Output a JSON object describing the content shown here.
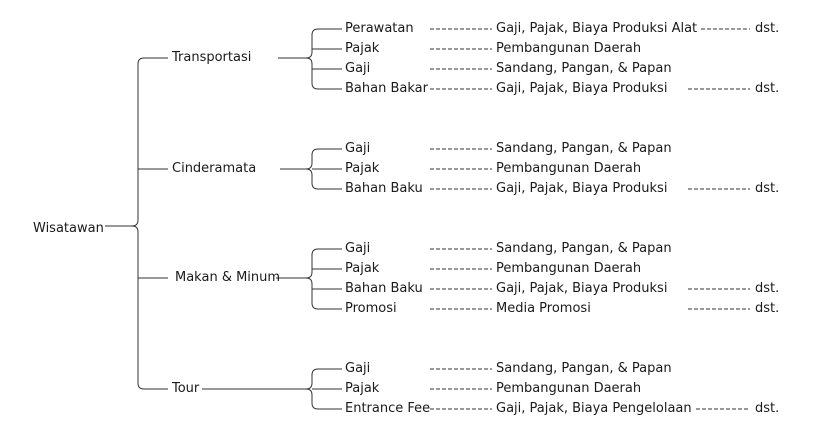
{
  "root": "Wisatawan",
  "continuation": "dst.",
  "categories": [
    {
      "label": "Transportasi",
      "items": [
        {
          "label": "Perawatan",
          "result": "Gaji, Pajak, Biaya Produksi Alat",
          "continued": true
        },
        {
          "label": "Pajak",
          "result": "Pembangunan Daerah",
          "continued": false
        },
        {
          "label": "Gaji",
          "result": "Sandang, Pangan, & Papan",
          "continued": false
        },
        {
          "label": "Bahan Bakar",
          "result": "Gaji, Pajak, Biaya Produksi",
          "continued": true
        }
      ]
    },
    {
      "label": "Cinderamata",
      "items": [
        {
          "label": "Gaji",
          "result": "Sandang, Pangan, & Papan",
          "continued": false
        },
        {
          "label": "Pajak",
          "result": "Pembangunan Daerah",
          "continued": false
        },
        {
          "label": "Bahan Baku",
          "result": "Gaji, Pajak, Biaya Produksi",
          "continued": true
        }
      ]
    },
    {
      "label": "Makan & Minum",
      "items": [
        {
          "label": "Gaji",
          "result": "Sandang, Pangan, & Papan",
          "continued": false
        },
        {
          "label": "Pajak",
          "result": "Pembangunan Daerah",
          "continued": false
        },
        {
          "label": "Bahan Baku",
          "result": "Gaji, Pajak, Biaya Produksi",
          "continued": true
        },
        {
          "label": "Promosi",
          "result": "Media Promosi",
          "continued": true
        }
      ]
    },
    {
      "label": "Tour",
      "items": [
        {
          "label": "Gaji",
          "result": "Sandang, Pangan, & Papan",
          "continued": false
        },
        {
          "label": "Pajak",
          "result": "Pembangunan Daerah",
          "continued": false
        },
        {
          "label": "Entrance Fee",
          "result": "Gaji, Pajak, Biaya Pengelolaan",
          "continued": true
        }
      ]
    }
  ]
}
